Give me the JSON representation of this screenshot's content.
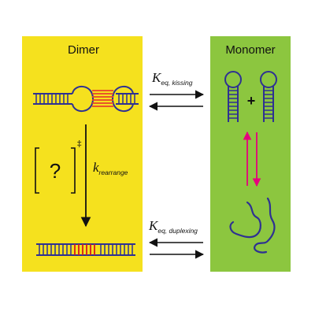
{
  "panels": {
    "left_title": "Dimer",
    "right_title": "Monomer"
  },
  "labels": {
    "k_kissing_main": "K",
    "k_kissing_sub": "eq, kissing",
    "k_duplexing_main": "K",
    "k_duplexing_sub": "eq, duplexing",
    "k_rearrange_main": "k",
    "k_rearrange_sub": "rearrange",
    "plus": "+",
    "intermediate": "?",
    "transition_state": "‡"
  },
  "colors": {
    "dimer_panel": "#f5e11e",
    "monomer_panel": "#8cc63f",
    "rna_strand": "#2e3192",
    "kissing_pairs": "#e8412c",
    "duplex_pairs": "#d7191c",
    "equilibrium_arrow": "#e6007e",
    "arrow": "#111111"
  }
}
